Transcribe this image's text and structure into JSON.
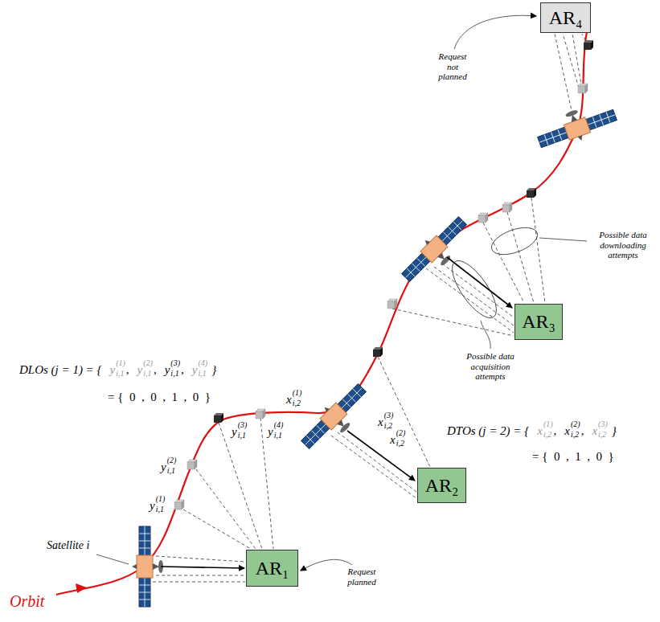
{
  "diagram": {
    "nodes": [
      {
        "text": [
          "AR₁"
        ]
      },
      {
        "text": [
          "AR₂"
        ]
      },
      {
        "text": [
          "AR₃"
        ]
      },
      {
        "text": [
          "AR₄"
        ]
      }
    ],
    "labels": [
      "Request not planned",
      "Possible data downloading attempts",
      "Possible data acquisition attempts",
      "DLOs (j = 1) = {",
      "y",
      "(1)",
      "i,1",
      ",",
      "y",
      "(2)",
      "i,1",
      ",",
      "y",
      "(3)",
      "i,1",
      ",",
      "y",
      "(4)",
      "i,1",
      "}",
      "= {  0  ,  0  ,  1  ,  0  }",
      "y",
      "(1)",
      "i,1",
      "y",
      "(2)",
      "i,1",
      "y",
      "(3)",
      "i,1",
      "y",
      "(4)",
      "i,1",
      "x",
      "(1)",
      "i,2",
      "x",
      "(3)",
      "i,2",
      "x",
      "(2)",
      "i,2",
      "DTOs (j = 2) = {",
      "x",
      "(1)",
      "i,2",
      ",",
      "x",
      "(2)",
      "i,2",
      ",",
      "x",
      "(3)",
      "i,2",
      "}",
      "= {  0  ,  1  ,  0  }",
      "Satellite i",
      "Request planned",
      "Orbit"
    ]
  }
}
